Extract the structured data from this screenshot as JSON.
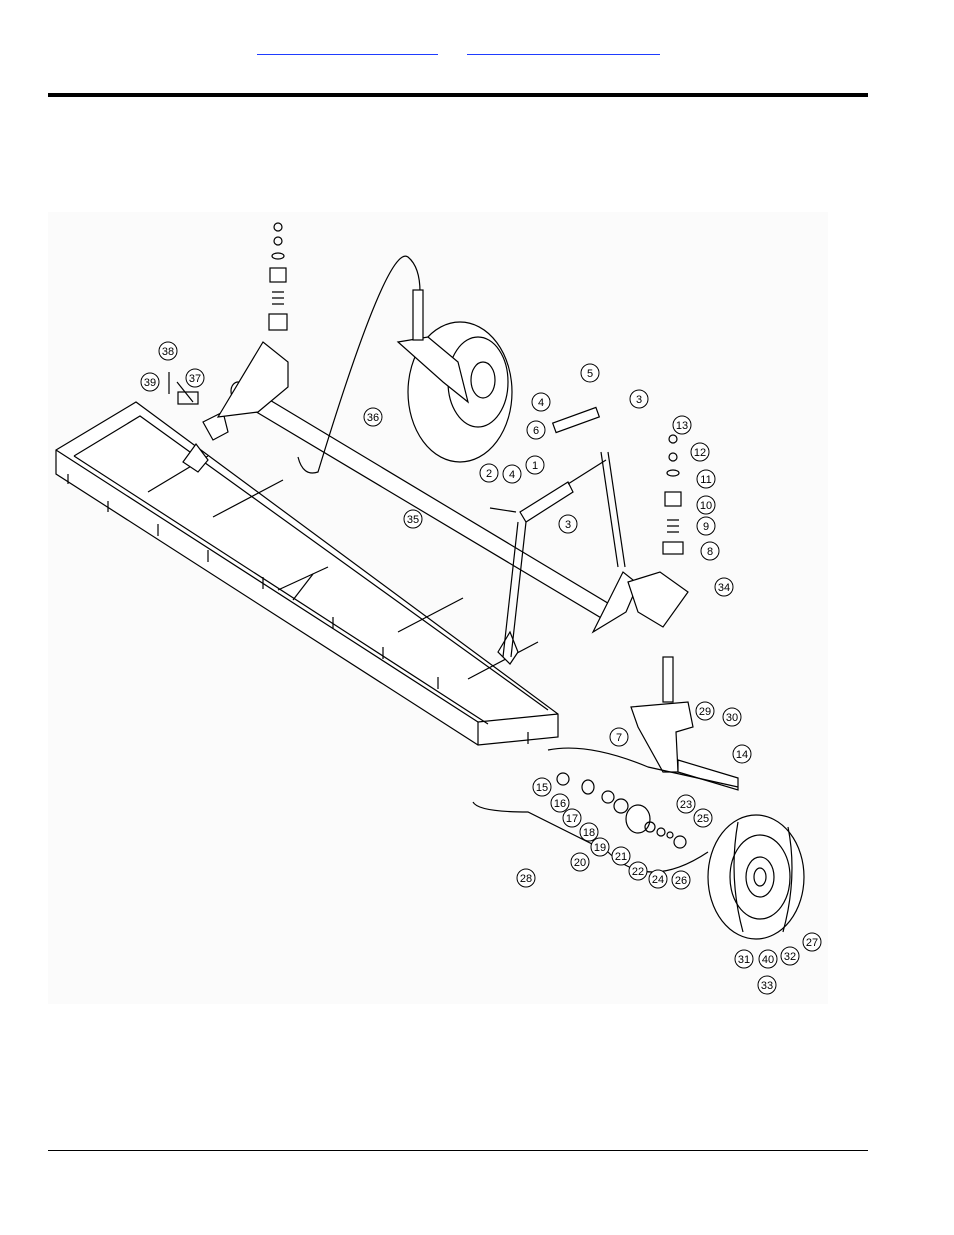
{
  "header": {
    "links": [
      "",
      ""
    ]
  },
  "figure": {
    "callouts": [
      "1",
      "2",
      "3",
      "3",
      "4",
      "4",
      "5",
      "6",
      "7",
      "8",
      "9",
      "10",
      "11",
      "12",
      "13",
      "14",
      "15",
      "16",
      "17",
      "18",
      "19",
      "20",
      "21",
      "22",
      "23",
      "24",
      "25",
      "26",
      "27",
      "28",
      "29",
      "30",
      "31",
      "32",
      "33",
      "34",
      "35",
      "36",
      "37",
      "38",
      "39",
      "40"
    ]
  },
  "colors": {
    "line": "#000000",
    "link": "#1f3cff",
    "background": "#fbfbfb"
  }
}
